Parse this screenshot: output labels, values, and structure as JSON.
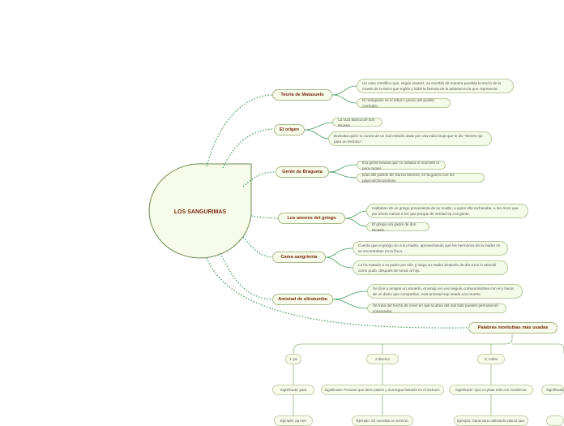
{
  "center": {
    "title": "LOS SANGURIMAS"
  },
  "branches": {
    "matasuelo": {
      "label": "Teoría de Matasuelo",
      "notes": [
        "Un caso científico que, según Alvarez, se escribió de manera paralela la teoría de la novela de la tierra que Inglés y hábil la formula de la adolescencia que representa.",
        "El matapalos es el árbol o precio del pueblo montubio."
      ]
    },
    "origen": {
      "label": "El origen",
      "notes": [
        "La raza blanca de don Nicasio.",
        "Buscaba quién lo curara de un mal extraño dado por una india bruja que le dio \"tiemes ojo para un hechizo\"."
      ]
    },
    "bragueta": {
      "label": "Gente de Bragueta",
      "notes": [
        "Era gente bravas que no soltaba el machete ni para comer.",
        "Eran del partido de García Moreno, en la guerra con los pájaros/chicos/otras."
      ]
    },
    "amores": {
      "label": "Los amores del gringo",
      "notes": [
        "Hablaban de un gringo proveniente de su madre, a quien ella rechazaba, a los cinco que por ahora manos a los que porque de verdad es a la gente.",
        "El gringo era padre de don Nicasio."
      ]
    },
    "cama": {
      "label": "Cama sangrienta",
      "notes": [
        "Cuenta que el gringo vio a su madre, aprovechando que los hermanos de la madre no se encontraban en la finca.",
        "Lo ha matado a su padre por ello, y luego su madre después de dar a luz lo atendió como pudo, después de tomar al hijo."
      ]
    },
    "amistad": {
      "label": "Amistad de ultratumba",
      "notes": [
        "Se dice a amigos un amuerto, el amigo en vivo seguía comunicándose con el y hacía de un diario que compartían, esta amistad sup seada a la muerte.",
        "Se trata del hecho de creer en que la alma del mal sólo pueden permanecer conectados."
      ]
    }
  },
  "vocab": {
    "label": "Palabras montubias más usadas",
    "items": [
      {
        "word": "1: pa",
        "meaning": "Significado: para",
        "example": "Ejemplo: pa mer"
      },
      {
        "word": "2:diverso",
        "meaning": "Significado: Persona que tiene pasión y una legua fantasía en el rechazo.",
        "example": "Ejemplo: Se necesita un servicio."
      },
      {
        "word": "3: Collar",
        "meaning": "Significado: Que es plata más con incidencia.",
        "example": "Ejemplo: Gana para cultivando vida al que."
      },
      {
        "word": "",
        "meaning": "Significado: ",
        "example": ""
      }
    ]
  },
  "colors": {
    "line": "#3f9a5a",
    "vocab_line": "#8fb77a",
    "node_fill": "#f5fbe9",
    "node_border": "#b9c9a0",
    "branch_text": "#7a2a10"
  }
}
